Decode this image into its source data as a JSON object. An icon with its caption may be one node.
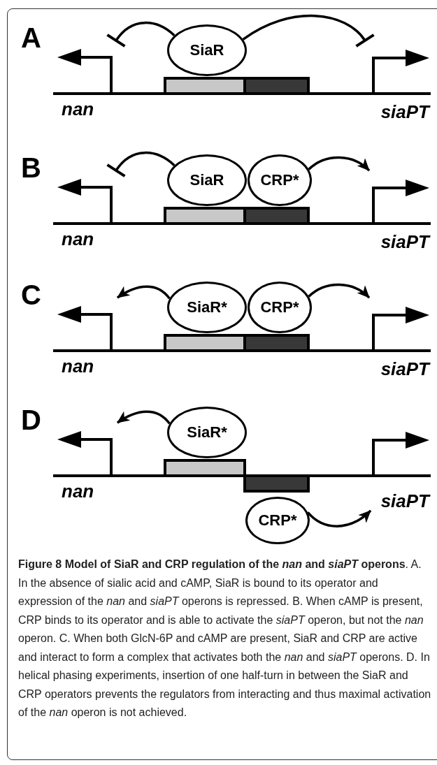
{
  "diagram": {
    "caption": "**Figure 8 Model of SiaR and CRP regulation of the *nan* and *siaPT* operons**. A. In the absence of sialic acid and cAMP, SiaR is bound to its operator and expression of the *nan* and *siaPT* operons is repressed. B. When cAMP is present, CRP binds to its operator and is able to activate the *siaPT* operon, but not the *nan* operon. C. When both GlcN-6P and cAMP are present, SiaR and CRP are active and interact to form a complex that activates both the *nan* and *siaPT* operons. D. In helical phasing experiments, insertion of one half-turn in between the SiaR and CRP operators prevents the regulators from interacting and thus maximal activation of the *nan* operon is not achieved.",
    "nodes": [
      {
        "text": [
          "SiaR"
        ]
      },
      {
        "text": [
          "nan"
        ]
      },
      {
        "text": [],
        "shape": "bar"
      },
      {
        "text": [],
        "shape": "box"
      },
      {
        "text": [],
        "shape": "box"
      },
      {
        "text": [
          "siaPT"
        ]
      },
      {
        "text": [
          "SiaR"
        ]
      },
      {
        "text": [
          "CRP*"
        ]
      },
      {
        "text": [
          "nan"
        ]
      },
      {
        "text": [],
        "shape": "bar"
      },
      {
        "text": [],
        "shape": "box"
      },
      {
        "text": [],
        "shape": "box"
      },
      {
        "text": [
          "siaPT"
        ]
      },
      {
        "text": [
          "SiaR*"
        ]
      },
      {
        "text": [
          "CRP*"
        ]
      },
      {
        "text": [
          "nan"
        ]
      },
      {
        "text": [],
        "shape": "bar"
      },
      {
        "text": [],
        "shape": "box"
      },
      {
        "text": [],
        "shape": "box"
      },
      {
        "text": [
          "siaPT"
        ]
      },
      {
        "text": [
          "SiaR*"
        ]
      },
      {
        "text": [
          "nan"
        ]
      },
      {
        "text": [],
        "shape": "bar"
      },
      {
        "text": [],
        "shape": "box"
      },
      {
        "text": [],
        "shape": "box"
      },
      {
        "text": [
          "CRP*"
        ]
      },
      {
        "text": [
          "siaPT"
        ]
      }
    ],
    "edges": [
      {
        "from": 0,
        "to": 1,
        "arrow": "other"
      },
      {
        "from": 0,
        "to": 5,
        "arrow": "other"
      },
      {
        "from": 6,
        "to": 8,
        "arrow": "other"
      },
      {
        "from": 7,
        "to": 12,
        "arrow": "to"
      },
      {
        "from": 13,
        "to": 15,
        "arrow": "to"
      },
      {
        "from": 14,
        "to": 19,
        "arrow": "to"
      },
      {
        "from": 20,
        "to": 21,
        "arrow": "to"
      },
      {
        "from": 25,
        "to": 26,
        "arrow": "to"
      }
    ],
    "labels": [
      "A",
      "B",
      "C",
      "D"
    ]
  }
}
